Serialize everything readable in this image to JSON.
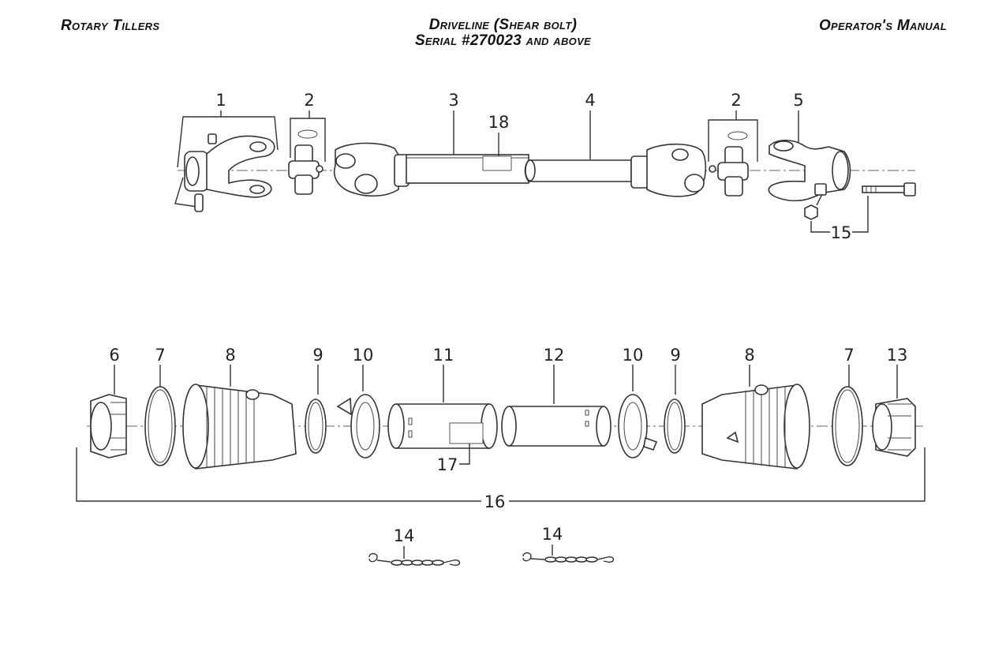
{
  "header": {
    "left": "Rotary Tillers",
    "center_line1": "Driveline (Shear bolt)",
    "center_line2": "Serial #270023 and above",
    "right": "Operator's Manual"
  },
  "callouts": {
    "c1": "1",
    "c2a": "2",
    "c3": "3",
    "c4": "4",
    "c2b": "2",
    "c5": "5",
    "c18": "18",
    "c15": "15",
    "c6": "6",
    "c7a": "7",
    "c8a": "8",
    "c9a": "9",
    "c10a": "10",
    "c11": "11",
    "c12": "12",
    "c10b": "10",
    "c9b": "9",
    "c8b": "8",
    "c7b": "7",
    "c13": "13",
    "c17": "17",
    "c16": "16",
    "c14a": "14",
    "c14b": "14"
  }
}
